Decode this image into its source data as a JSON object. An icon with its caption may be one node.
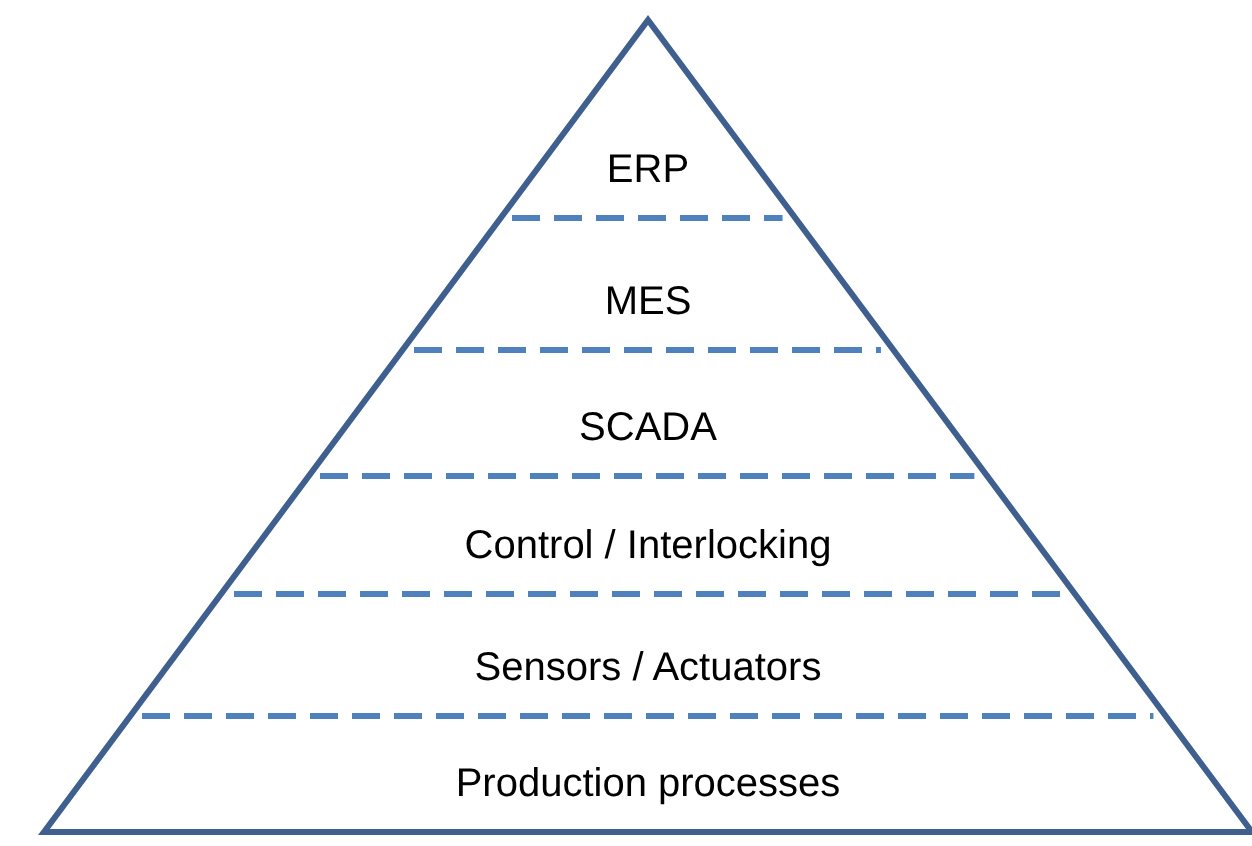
{
  "diagram": {
    "nodes": [
      {
        "text": [],
        "shape": "triangle"
      },
      {
        "text": [
          "ERP"
        ],
        "in": 0
      },
      {
        "text": [
          "MES"
        ],
        "in": 0
      },
      {
        "text": [
          "SCADA"
        ],
        "in": 0
      },
      {
        "text": [
          "Control / Interlocking"
        ],
        "in": 0
      },
      {
        "text": [
          "Sensors / Actuators"
        ],
        "in": 0
      },
      {
        "text": [
          "Production processes"
        ],
        "in": 0
      }
    ]
  }
}
